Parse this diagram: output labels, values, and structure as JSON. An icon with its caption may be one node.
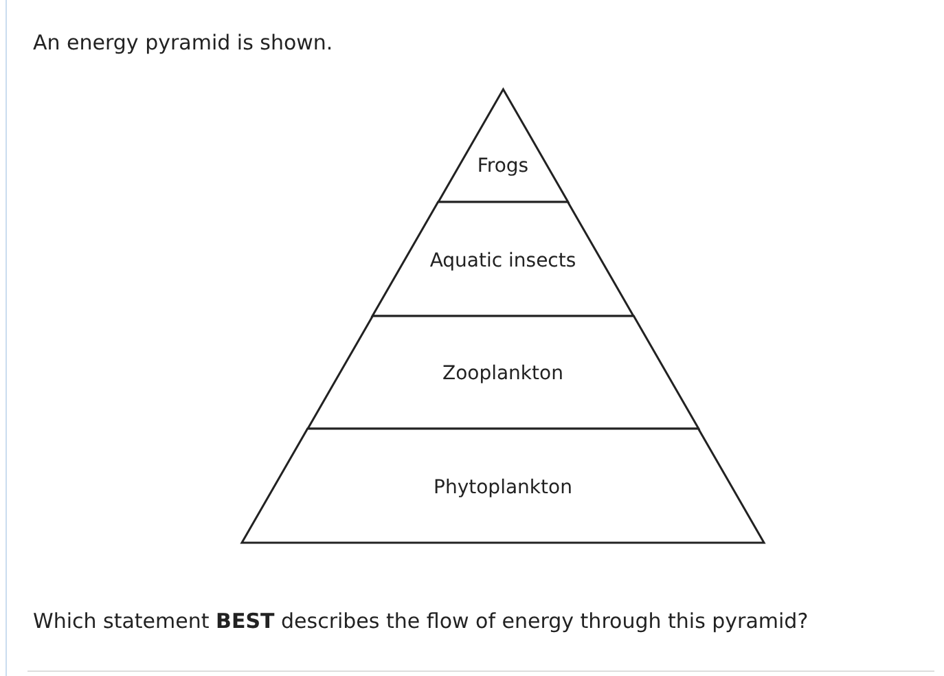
{
  "diagram": {
    "nodes": [
      {
        "text": [
          "Frogs"
        ]
      },
      {
        "text": [
          "Aquatic insects"
        ]
      },
      {
        "text": [
          "Zooplankton"
        ]
      },
      {
        "text": [
          "Phytoplankton"
        ]
      }
    ],
    "labels": [
      "An energy pyramid is shown.",
      "Which statement **BEST** describes the flow of energy through this pyramid?"
    ]
  }
}
